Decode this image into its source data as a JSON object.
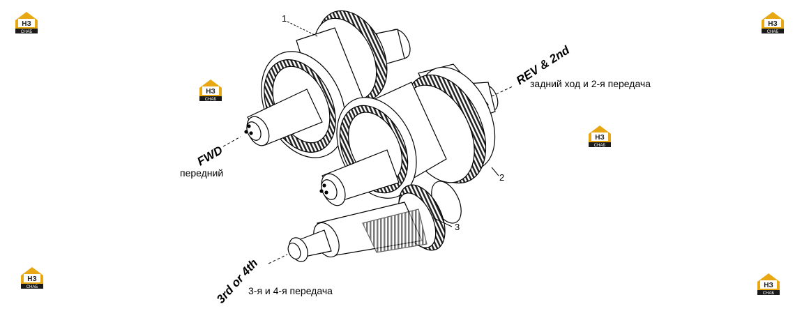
{
  "logo": {
    "top_text": "НЗ",
    "bottom_text": "СНАБ",
    "color": "#e8a814"
  },
  "callouts": [
    "1",
    "2",
    "3"
  ],
  "labels": {
    "fwd_en": "FWD",
    "fwd_ru": "передний",
    "rev_en": "REV & 2nd",
    "rev_ru": "задний ход и 2-я передача",
    "third_en": "3rd or 4th",
    "third_ru": "3-я и 4-я передача"
  }
}
